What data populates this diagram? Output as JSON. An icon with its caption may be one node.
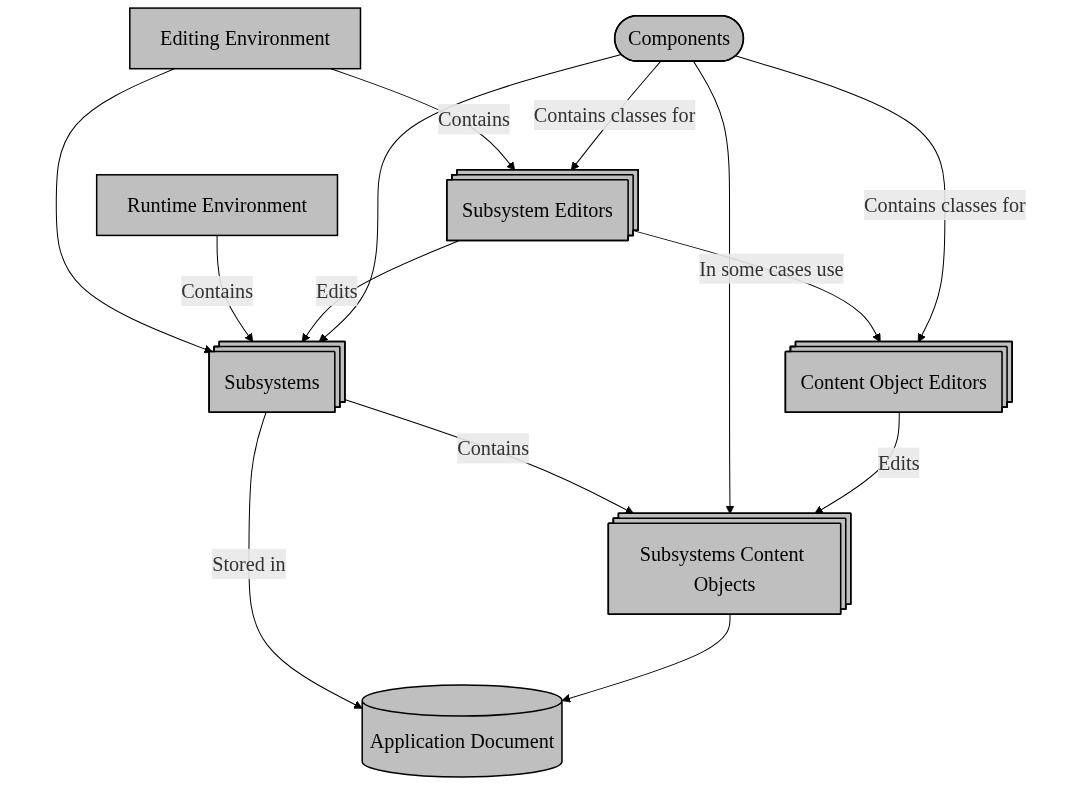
{
  "diagram": {
    "nodes": [
      {
        "text": [
          "Editing Environment"
        ]
      },
      {
        "text": [
          "Runtime Environment"
        ]
      },
      {
        "text": [
          "Subsystem Editors"
        ]
      },
      {
        "text": [
          "Subsystems"
        ]
      },
      {
        "text": [
          "Application Document"
        ]
      },
      {
        "text": [
          "Components"
        ]
      },
      {
        "text": [
          "Content Object Editors"
        ]
      },
      {
        "text": [
          "Subsystems Content Objects"
        ]
      }
    ],
    "edges": [
      {
        "from": 0,
        "to": 2,
        "arrow": "to",
        "label": "Contains"
      },
      {
        "from": 0,
        "to": 3,
        "arrow": "to"
      },
      {
        "from": 1,
        "to": 3,
        "arrow": "to",
        "label": "Contains"
      },
      {
        "from": 2,
        "to": 3,
        "arrow": "to",
        "label": "Edits"
      },
      {
        "from": 3,
        "to": 4,
        "arrow": "to",
        "label": "Stored in"
      },
      {
        "from": 2,
        "to": 6,
        "arrow": "to",
        "label": "In some cases use"
      },
      {
        "from": 3,
        "to": 7,
        "arrow": "to",
        "label": "Contains"
      },
      {
        "from": 5,
        "to": 2,
        "arrow": "to",
        "label": "Contains classes for"
      },
      {
        "from": 5,
        "to": 3,
        "arrow": "to"
      },
      {
        "from": 5,
        "to": 6,
        "arrow": "to",
        "label": "Contains classes for"
      },
      {
        "from": 5,
        "to": 7,
        "arrow": "to"
      },
      {
        "from": 6,
        "to": 7,
        "arrow": "to",
        "label": "Edits"
      },
      {
        "from": 7,
        "to": 4,
        "arrow": "to"
      }
    ]
  }
}
